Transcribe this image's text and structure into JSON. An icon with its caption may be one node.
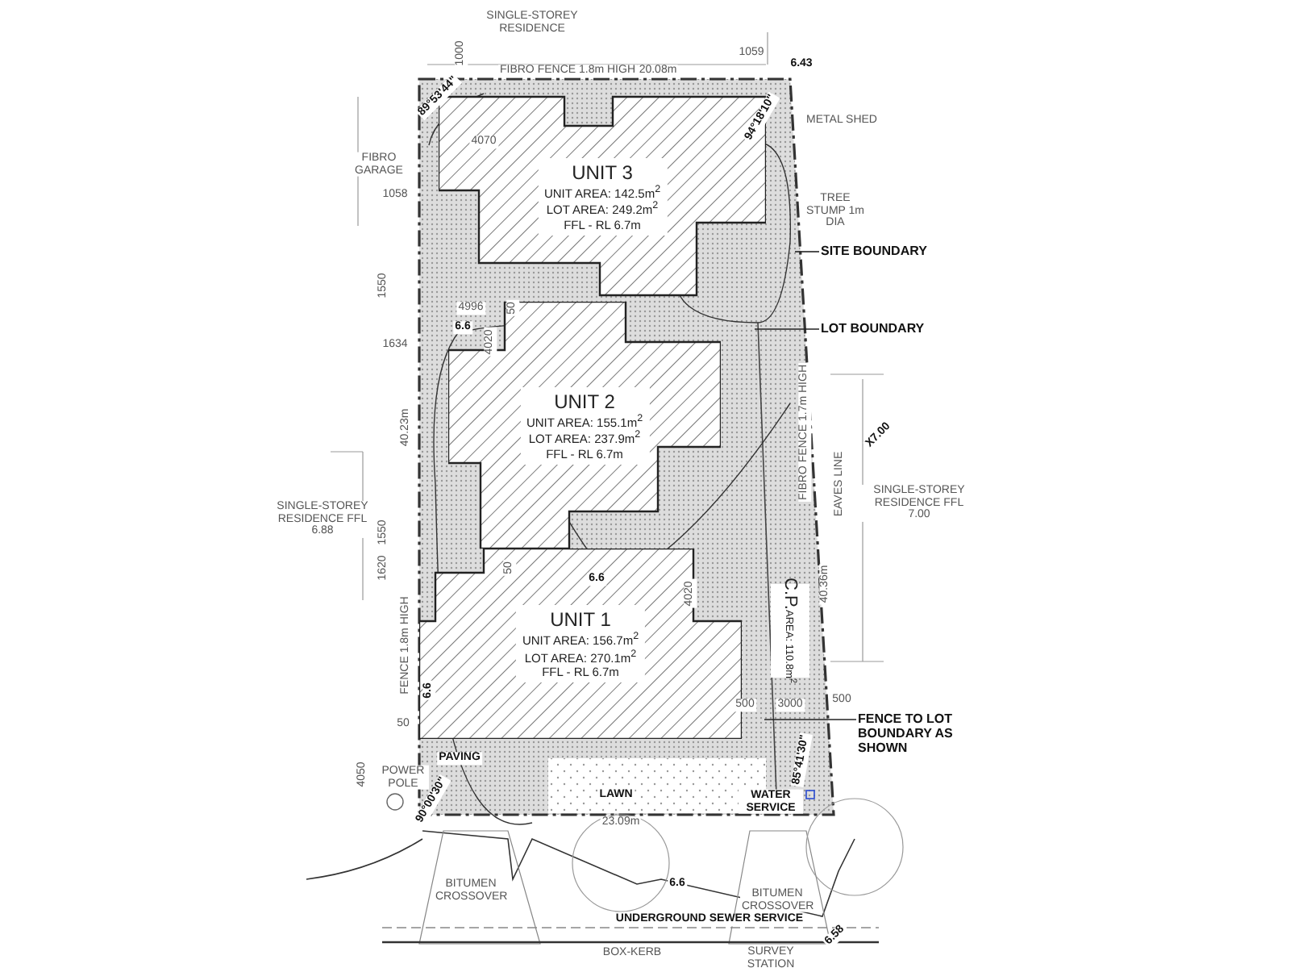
{
  "diagram": {
    "nodes": [
      {
        "text": [
          "UNIT 3",
          "UNIT AREA: 142.5m$^{2}$",
          "LOT AREA: 249.2m$^{2}$",
          "FFL - RL 6.7m"
        ]
      },
      {
        "text": [
          "UNIT 2",
          "UNIT AREA: 155.1m$^{2}$",
          "LOT AREA: 237.9m$^{2}$",
          "FFL - RL 6.7m"
        ]
      },
      {
        "text": [
          "UNIT 1",
          "UNIT AREA: 156.7m$^{2}$",
          "LOT AREA: 270.1m$^{2}$",
          "FFL - RL 6.7m"
        ]
      },
      {
        "text": [
          "C.P.",
          "AREA: 110.8m$^{2}$"
        ]
      },
      {
        "text": [
          "SITE BOUNDARY"
        ]
      },
      {
        "text": [
          "LOT BOUNDARY"
        ]
      },
      {
        "text": [
          "FENCE TO LOT BOUNDARY AS SHOWN"
        ]
      }
    ],
    "edges": [
      {
        "from": 4,
        "to": null,
        "arrow": "none"
      },
      {
        "from": 5,
        "to": null,
        "arrow": "none"
      },
      {
        "from": 6,
        "to": null,
        "arrow": "none"
      }
    ],
    "labels": [
      "SINGLE-STOREY RESIDENCE",
      "1000",
      "1059",
      "FIBRO FENCE 1.8m HIGH",
      "20.08m",
      "6.43",
      "89°53'44\"",
      "94°18'10\"",
      "METAL SHED",
      "FIBRO GARAGE",
      "4070",
      "1058",
      "TREE STUMP 1m DIA",
      "1550",
      "4996",
      "50",
      "4020",
      "6.6",
      "1634",
      "40.23m",
      "SINGLE-STOREY RESIDENCE FFL 6.88",
      "1550",
      "1620",
      "FENCE 1.8m HIGH",
      "50",
      "6.6",
      "4020",
      "FIBRO FENCE 1.7m HIGH",
      "EAVES LINE",
      "X7.00",
      "SINGLE-STOREY RESIDENCE FFL 7.00",
      "40.36m",
      "6.6",
      "500",
      "3000",
      "500",
      "50",
      "PAVING",
      "4050",
      "POWER POLE",
      "90°00'30\"",
      "LAWN",
      "85°41'30\"",
      "WATER SERVICE",
      "23.09m",
      "BITUMEN CROSSOVER",
      "6.6",
      "BITUMEN CROSSOVER",
      "UNDERGROUND SEWER SERVICE",
      "BOX-KERB",
      "SURVEY STATION",
      "6.58"
    ]
  }
}
